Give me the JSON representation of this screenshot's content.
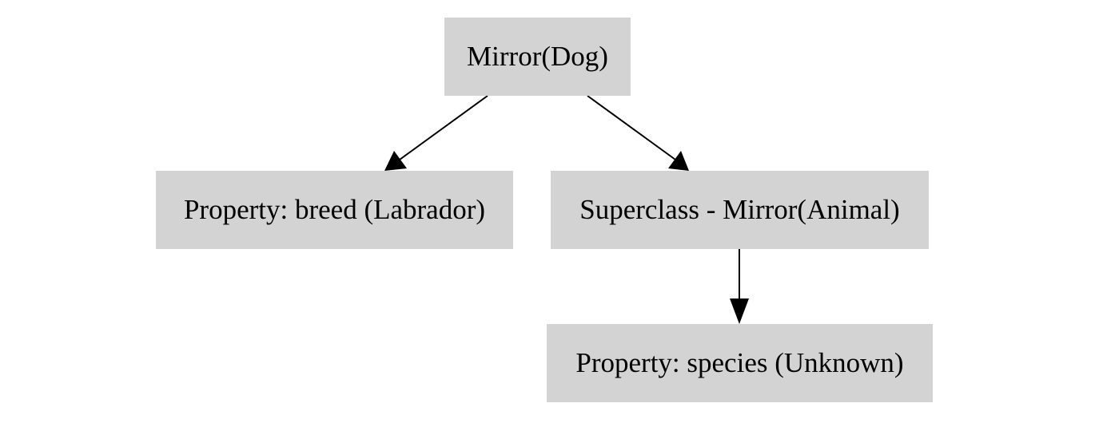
{
  "nodes": {
    "root": {
      "label": "Mirror(Dog)"
    },
    "breed": {
      "label": "Property: breed (Labrador)"
    },
    "superclass": {
      "label": "Superclass - Mirror(Animal)"
    },
    "species": {
      "label": "Property: species (Unknown)"
    }
  },
  "edges": [
    {
      "from": "root",
      "to": "breed"
    },
    {
      "from": "root",
      "to": "superclass"
    },
    {
      "from": "superclass",
      "to": "species"
    }
  ],
  "colors": {
    "node_fill": "#d3d3d3",
    "edge": "#000000",
    "text": "#000000"
  }
}
